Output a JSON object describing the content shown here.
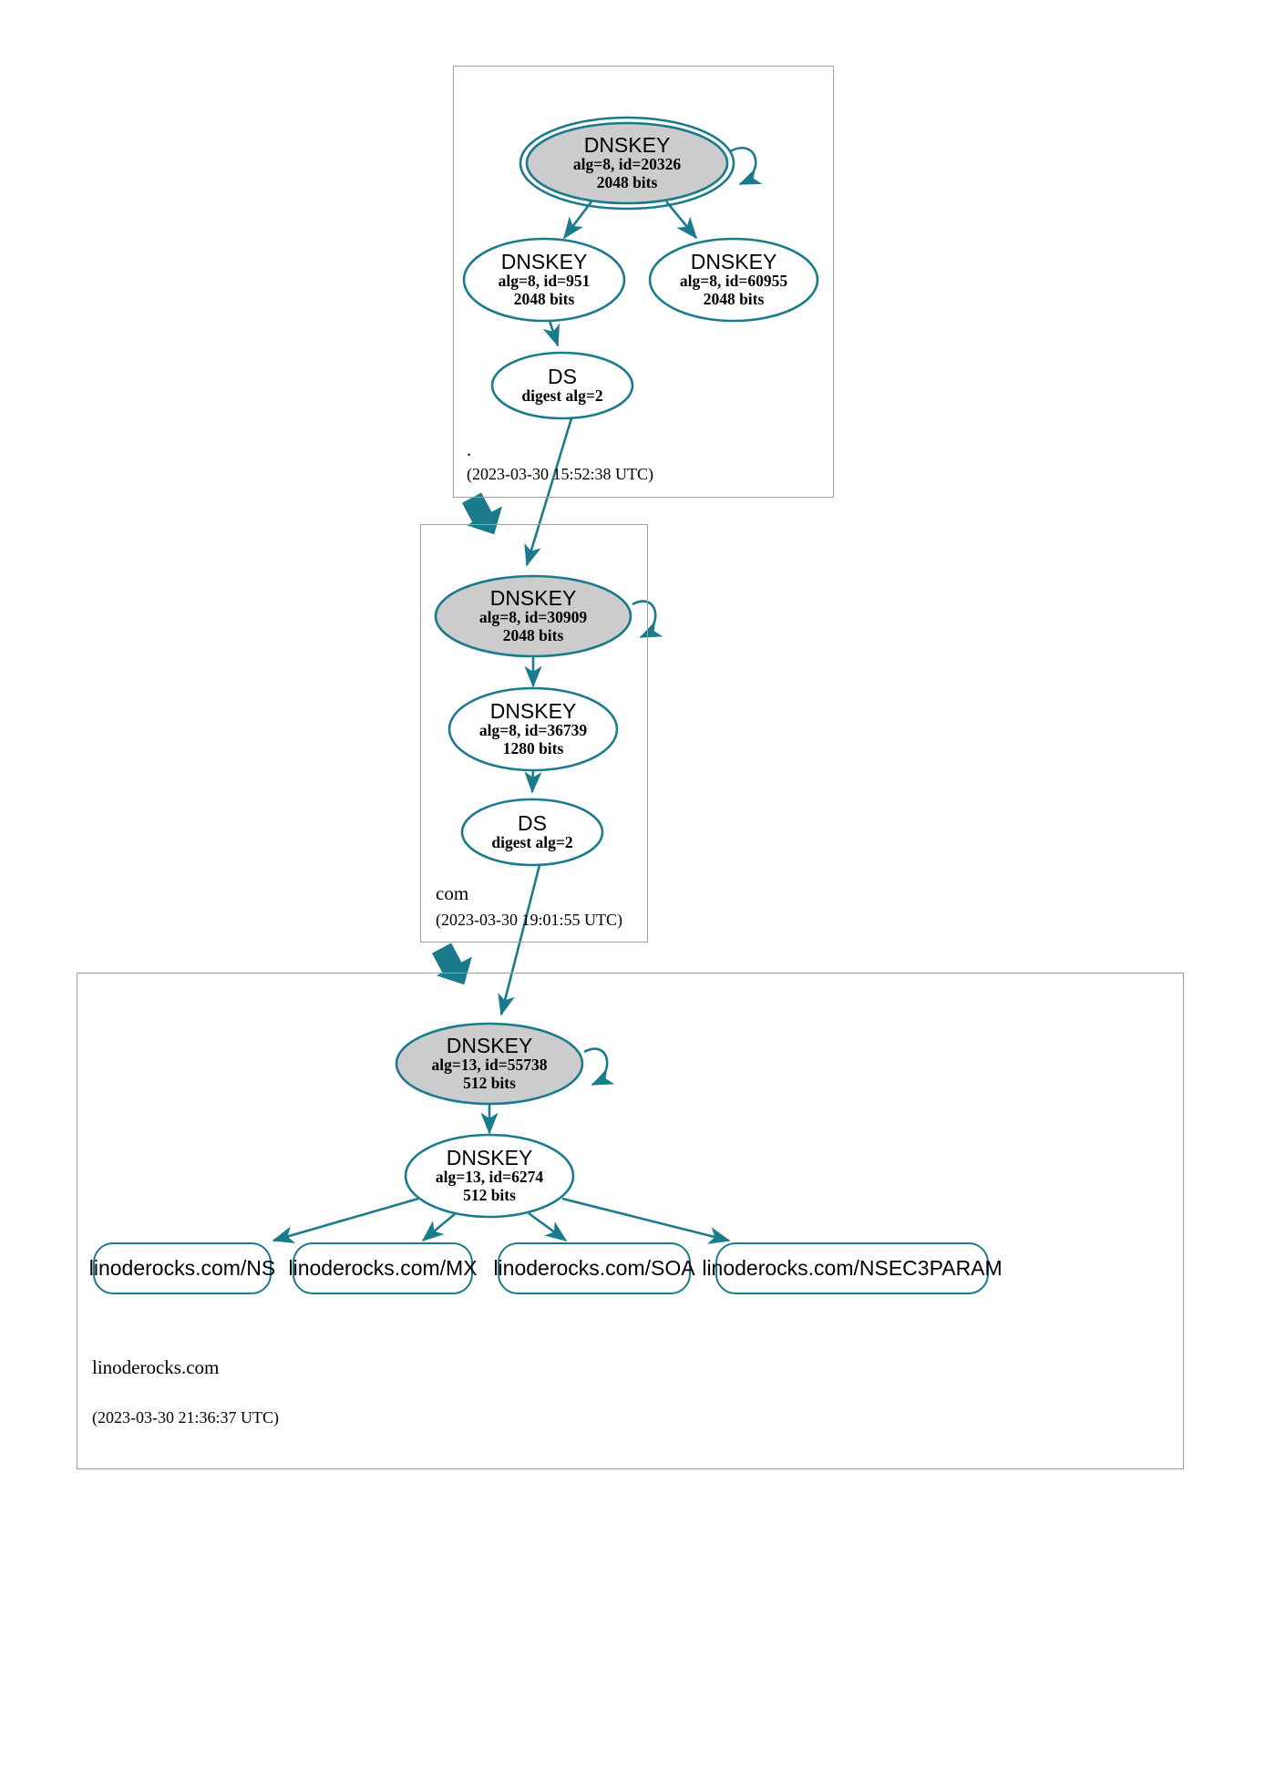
{
  "diagram": {
    "title": "DNSSEC authentication chain",
    "colors": {
      "edge": "#1a7b8c",
      "node_stroke": "#1a7b8c",
      "secure_key_fill": "#cccccc",
      "rrset_fill": "#ffffff",
      "zone_border": "#9e9e9e",
      "text": "#000000"
    }
  },
  "zones": [
    {
      "id": "root",
      "label": ".",
      "timestamp": "(2023-03-30 15:52:38 UTC)",
      "nodes": [
        {
          "id": "root-ksk",
          "kind": "dnskey",
          "type": "DNSKEY",
          "params": "alg=8, id=20326",
          "size": "2048 bits",
          "trust_anchor": true,
          "shaded": true,
          "self_signed": true
        },
        {
          "id": "root-zsk-951",
          "kind": "dnskey",
          "type": "DNSKEY",
          "params": "alg=8, id=951",
          "size": "2048 bits",
          "trust_anchor": false,
          "shaded": false,
          "self_signed": false
        },
        {
          "id": "root-zsk-60955",
          "kind": "dnskey",
          "type": "DNSKEY",
          "params": "alg=8, id=60955",
          "size": "2048 bits",
          "trust_anchor": false,
          "shaded": false,
          "self_signed": false
        },
        {
          "id": "root-ds-com",
          "kind": "ds",
          "type": "DS",
          "params": "digest alg=2",
          "size": "",
          "shaded": false
        }
      ]
    },
    {
      "id": "com",
      "label": "com",
      "timestamp": "(2023-03-30 19:01:55 UTC)",
      "nodes": [
        {
          "id": "com-ksk",
          "kind": "dnskey",
          "type": "DNSKEY",
          "params": "alg=8, id=30909",
          "size": "2048 bits",
          "trust_anchor": false,
          "shaded": true,
          "self_signed": true
        },
        {
          "id": "com-zsk",
          "kind": "dnskey",
          "type": "DNSKEY",
          "params": "alg=8, id=36739",
          "size": "1280 bits",
          "trust_anchor": false,
          "shaded": false,
          "self_signed": false
        },
        {
          "id": "com-ds-linoderocks",
          "kind": "ds",
          "type": "DS",
          "params": "digest alg=2",
          "size": "",
          "shaded": false
        }
      ]
    },
    {
      "id": "linoderocks",
      "label": "linoderocks.com",
      "timestamp": "(2023-03-30 21:36:37 UTC)",
      "nodes": [
        {
          "id": "lr-ksk",
          "kind": "dnskey",
          "type": "DNSKEY",
          "params": "alg=13, id=55738",
          "size": "512 bits",
          "trust_anchor": false,
          "shaded": true,
          "self_signed": true
        },
        {
          "id": "lr-zsk",
          "kind": "dnskey",
          "type": "DNSKEY",
          "params": "alg=13, id=6274",
          "size": "512 bits",
          "trust_anchor": false,
          "shaded": false,
          "self_signed": false
        }
      ],
      "rrsets": [
        {
          "id": "rr-ns",
          "label": "linoderocks.com/NS"
        },
        {
          "id": "rr-mx",
          "label": "linoderocks.com/MX"
        },
        {
          "id": "rr-soa",
          "label": "linoderocks.com/SOA"
        },
        {
          "id": "rr-nsec3param",
          "label": "linoderocks.com/NSEC3PARAM"
        }
      ]
    }
  ],
  "edges": [
    {
      "from": "root-ksk",
      "to": "root-ksk",
      "kind": "self-sign"
    },
    {
      "from": "root-ksk",
      "to": "root-zsk-951",
      "kind": "sign"
    },
    {
      "from": "root-ksk",
      "to": "root-zsk-60955",
      "kind": "sign"
    },
    {
      "from": "root-zsk-951",
      "to": "root-ds-com",
      "kind": "sign"
    },
    {
      "from": "root-ds-com",
      "to": "com-ksk",
      "kind": "delegation"
    },
    {
      "from": "root",
      "to": "com",
      "kind": "zone-delegation-arrow"
    },
    {
      "from": "com-ksk",
      "to": "com-ksk",
      "kind": "self-sign"
    },
    {
      "from": "com-ksk",
      "to": "com-zsk",
      "kind": "sign"
    },
    {
      "from": "com-zsk",
      "to": "com-ds-linoderocks",
      "kind": "sign"
    },
    {
      "from": "com-ds-linoderocks",
      "to": "lr-ksk",
      "kind": "delegation"
    },
    {
      "from": "com",
      "to": "linoderocks",
      "kind": "zone-delegation-arrow"
    },
    {
      "from": "lr-ksk",
      "to": "lr-ksk",
      "kind": "self-sign"
    },
    {
      "from": "lr-ksk",
      "to": "lr-zsk",
      "kind": "sign"
    },
    {
      "from": "lr-zsk",
      "to": "rr-ns",
      "kind": "sign"
    },
    {
      "from": "lr-zsk",
      "to": "rr-mx",
      "kind": "sign"
    },
    {
      "from": "lr-zsk",
      "to": "rr-soa",
      "kind": "sign"
    },
    {
      "from": "lr-zsk",
      "to": "rr-nsec3param",
      "kind": "sign"
    }
  ]
}
